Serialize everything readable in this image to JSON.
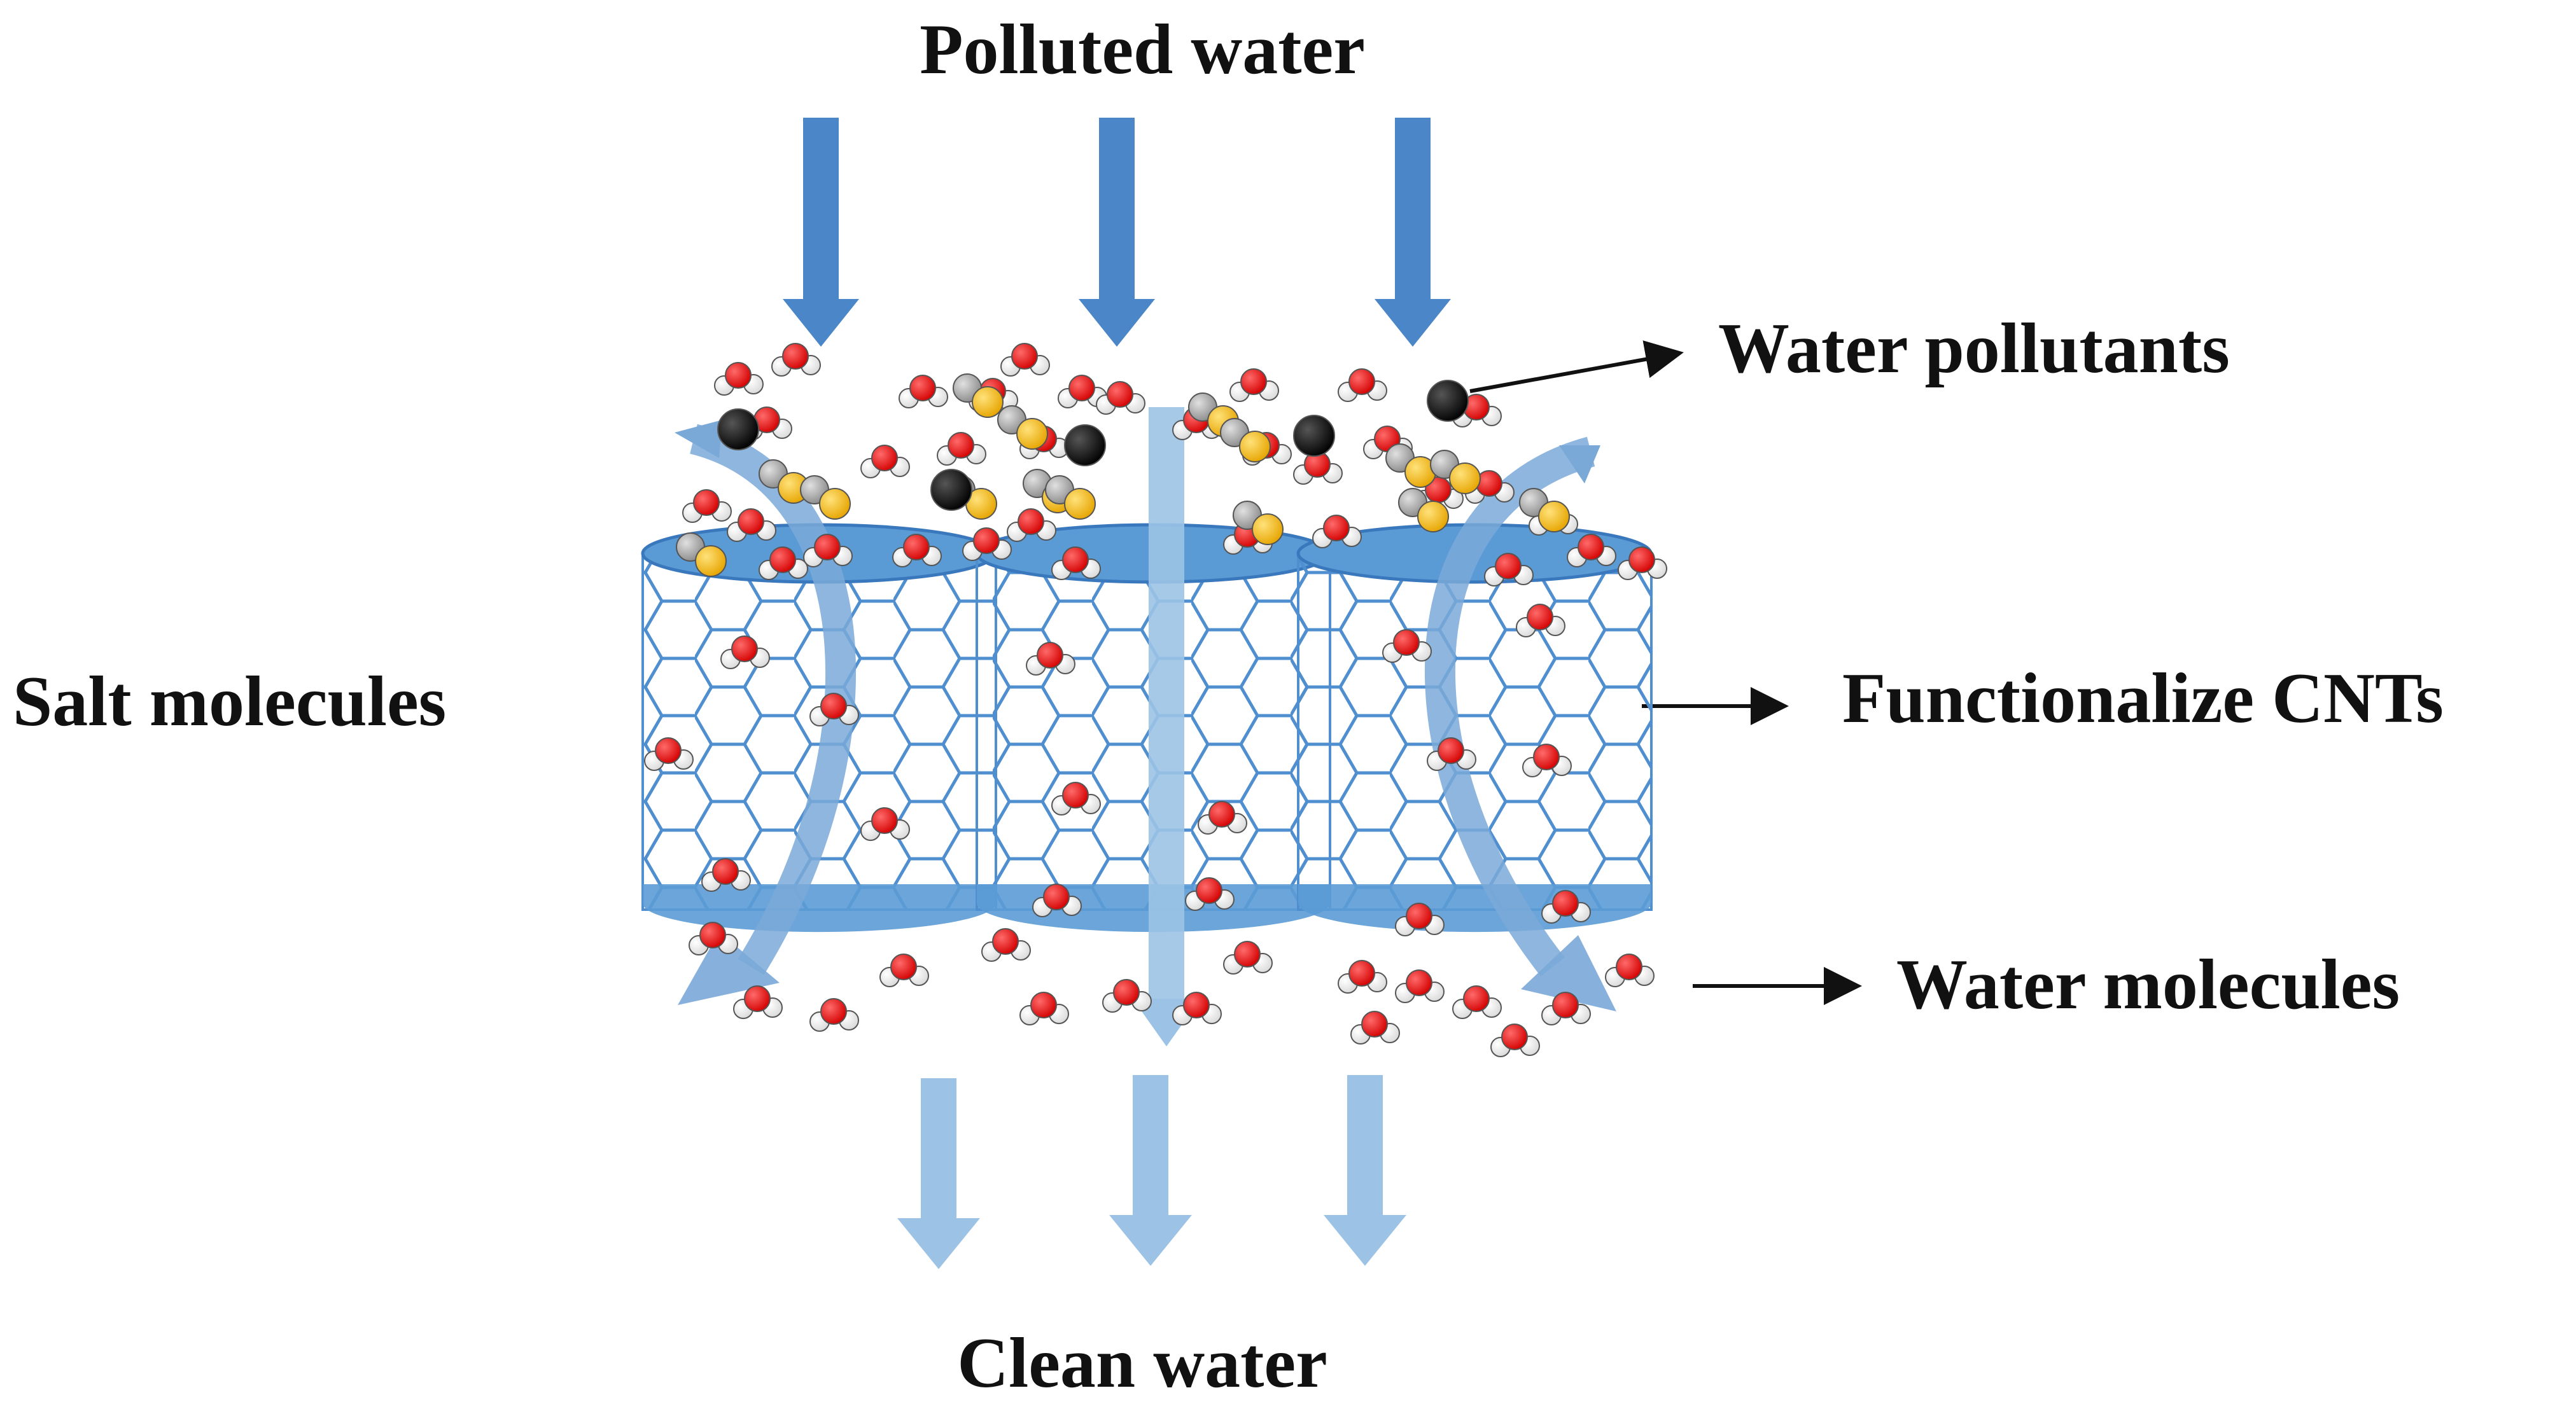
{
  "labels": {
    "top": "Polluted water",
    "bottom": "Clean water",
    "left": "Salt molecules",
    "pollutants": "Water pollutants",
    "cnts": "Functionalize CNTs",
    "water": "Water molecules"
  },
  "colors": {
    "dark_arrow": "#4a86c8",
    "light_arrow": "#9cc3e6",
    "tube": "#5b9bd5",
    "tube_light": "#8fbce6",
    "oxygen": "#e21b1b",
    "hydrogen": "#ffffff",
    "salt_gray": "#a6a6a6",
    "salt_yellow": "#f5b800",
    "pollutant": "#0a0a0a"
  },
  "icons": {
    "pollutant": "black-sphere",
    "salt": "gray-yellow-pair",
    "water": "h2o-molecule"
  }
}
